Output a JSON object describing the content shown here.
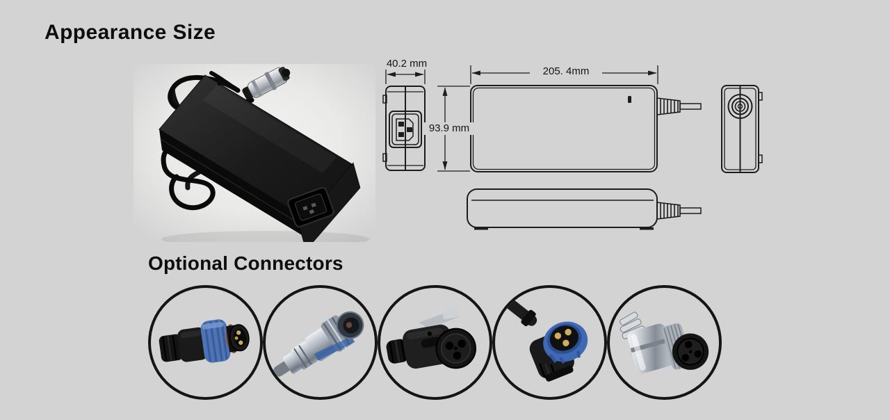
{
  "colors": {
    "page_bg": "#d3d3d3",
    "drawing_line": "#1c1c1c",
    "accent_blue": "#4e74b8",
    "pin_gold": "#c9af5e"
  },
  "header": {
    "title": "Appearance Size"
  },
  "size_diagram": {
    "width_label": "40.2 mm",
    "length_label": "205. 4mm",
    "height_label": "93.9 mm"
  },
  "photo": {
    "subject": "black desktop power adapter with coiled DC cable and metal circular connector"
  },
  "connectors": {
    "title": "Optional Connectors",
    "items": [
      {
        "name": "circular-waterproof-plug-blue-ring"
      },
      {
        "name": "metal-aviation-plug-blue"
      },
      {
        "name": "black-bayonet-plug-3-socket"
      },
      {
        "name": "right-angle-plug-blue-ring-3-pin"
      },
      {
        "name": "chrome-gx-plug-3-hole"
      }
    ]
  }
}
